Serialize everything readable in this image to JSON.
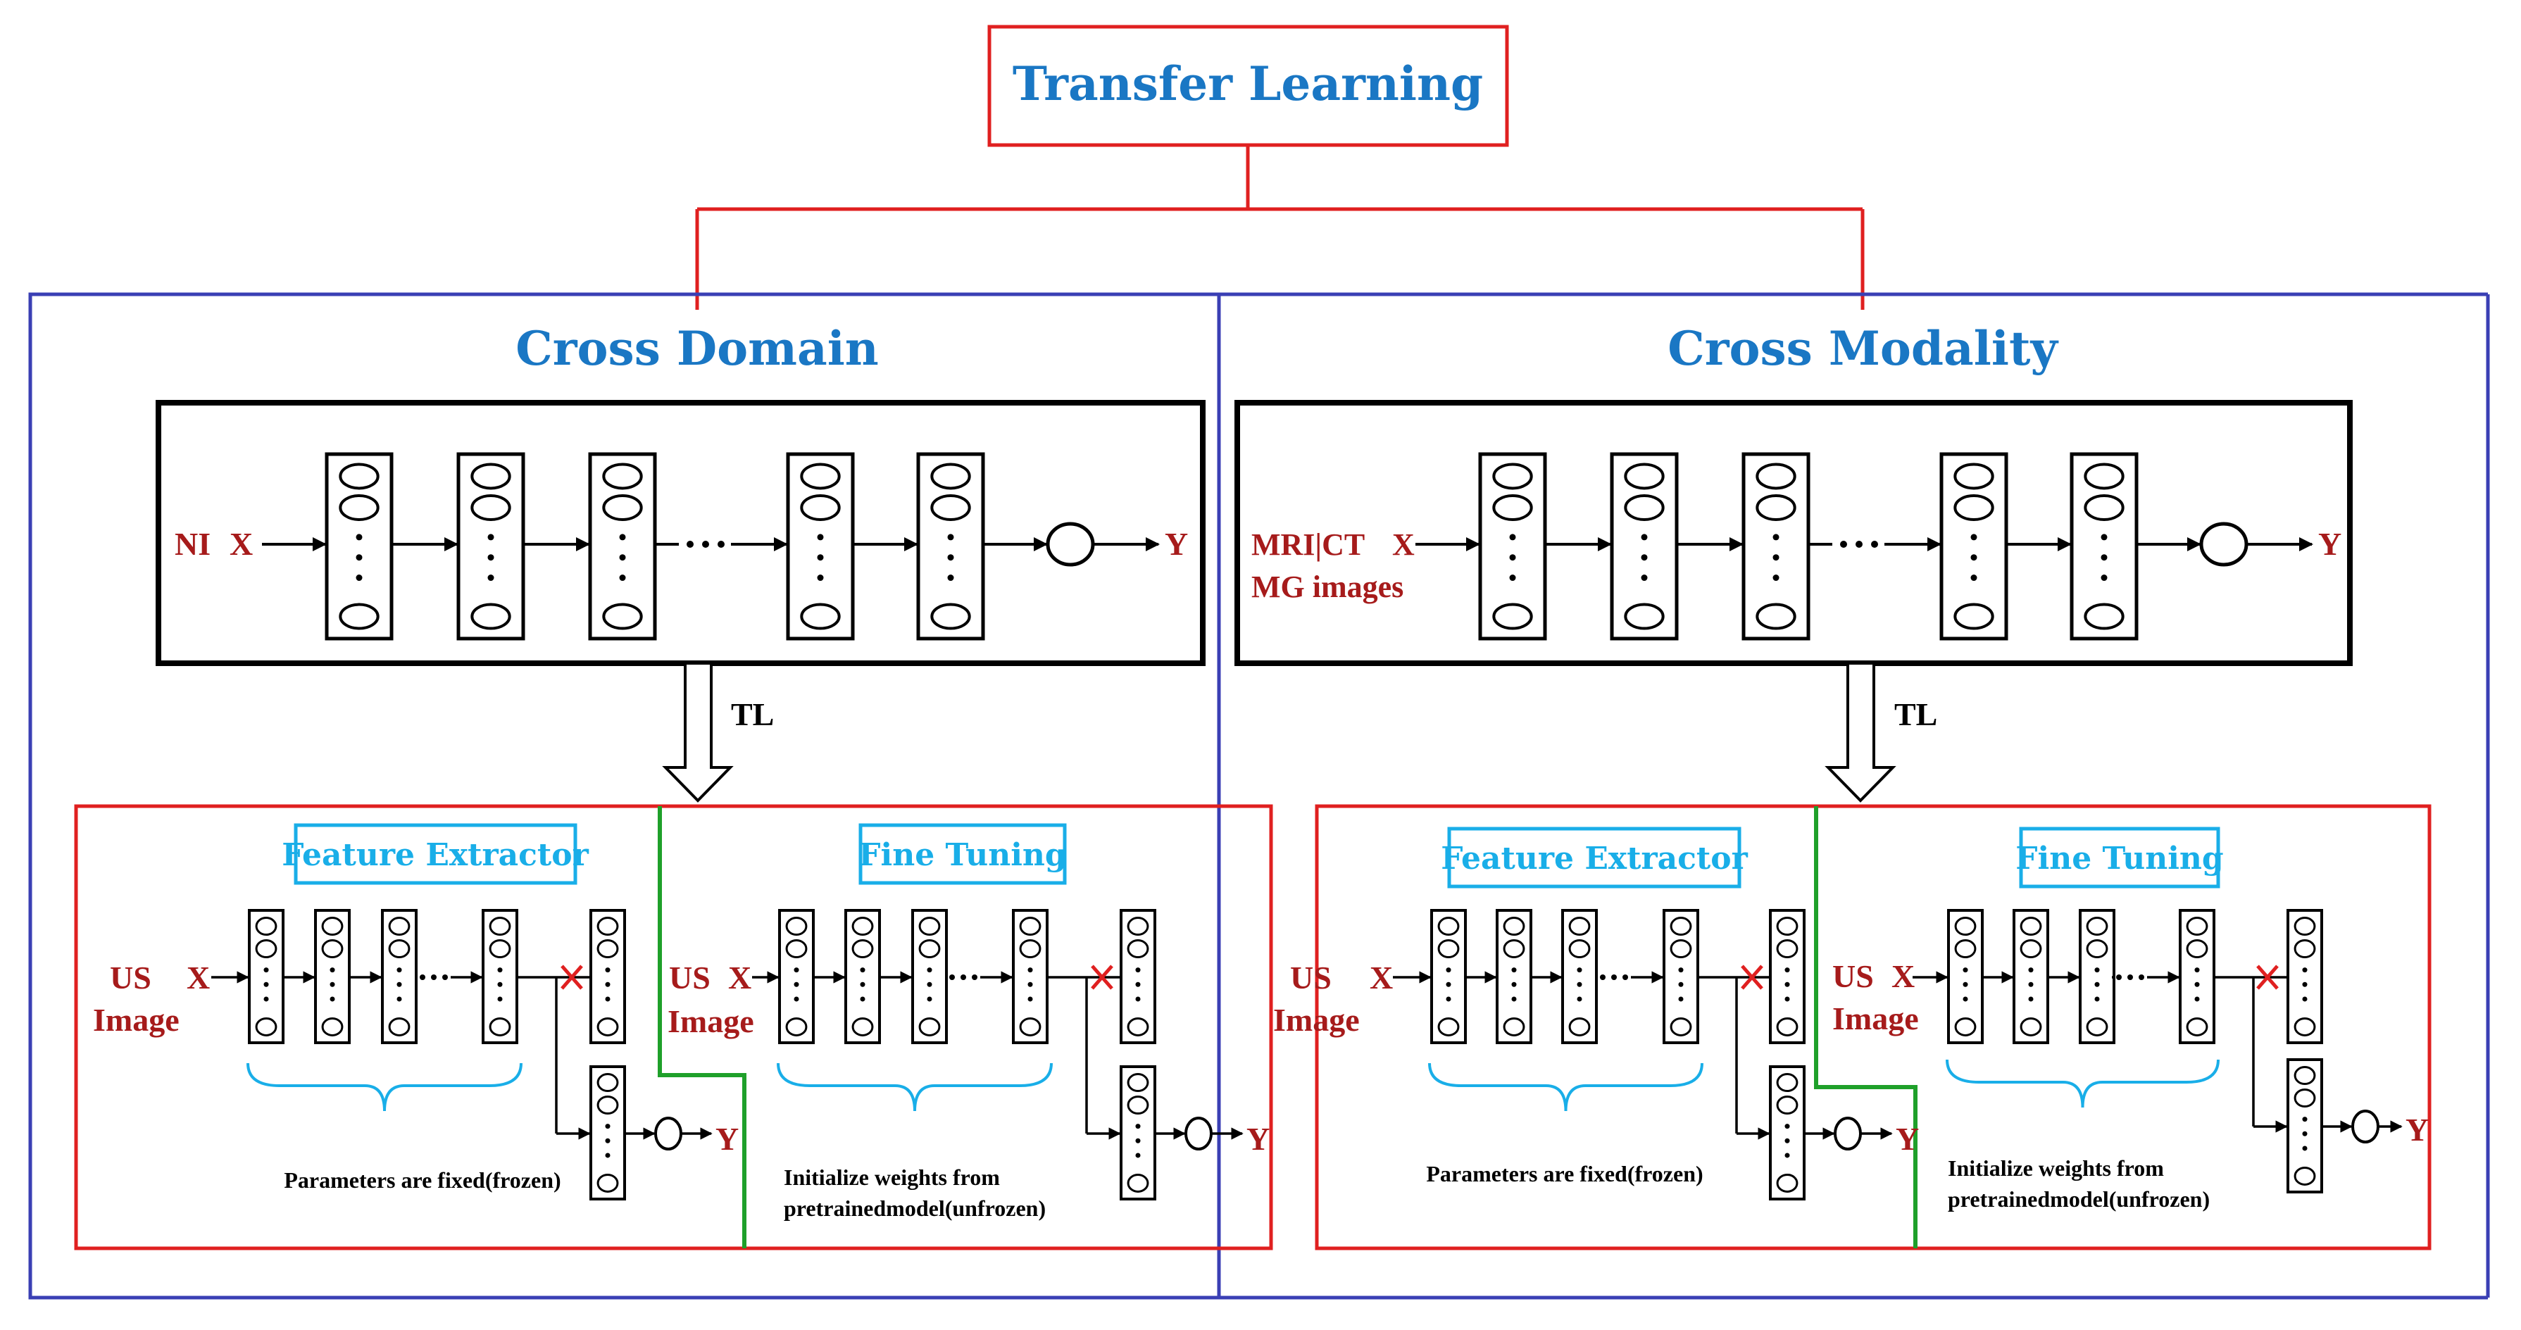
{
  "title": "Transfer Learning",
  "branches": [
    {
      "heading": "Cross Domain",
      "source": {
        "input_label": "NI",
        "x_label": "X",
        "output_label": "Y"
      },
      "arrow_label": "TL",
      "feature_extractor": {
        "title": "Feature Extractor",
        "input_line1": "US",
        "input_line2": "Image",
        "x_label": "X",
        "output_label": "Y",
        "caption_line1": "Parameters are fixed(frozen)",
        "caption_line2": ""
      },
      "fine_tuning": {
        "title": "Fine Tuning",
        "input_line1": "US",
        "input_line2": "Image",
        "x_label": "X",
        "output_label": "Y",
        "caption_line1": "Initialize weights from",
        "caption_line2": "pretrainedmodel(unfrozen)"
      }
    },
    {
      "heading": "Cross Modality",
      "source": {
        "input_label": "MRI|CT",
        "input_label2": "MG images",
        "x_label": "X",
        "output_label": "Y"
      },
      "arrow_label": "TL",
      "feature_extractor": {
        "title": "Feature Extractor",
        "input_line1": "US",
        "input_line2": "Image",
        "x_label": "X",
        "output_label": "Y",
        "caption_line1": "Parameters are fixed(frozen)",
        "caption_line2": ""
      },
      "fine_tuning": {
        "title": "Fine Tuning",
        "input_line1": "US",
        "input_line2": "Image",
        "x_label": "X",
        "output_label": "Y",
        "caption_line1": "Initialize weights from",
        "caption_line2": "pretrainedmodel(unfrozen)"
      }
    }
  ],
  "colors": {
    "title_border": "#e02020",
    "connector": "#e02020",
    "outer_border": "#3a3fb4",
    "source_border": "#000000",
    "stage_border": "#e02020",
    "divider": "#1fa02a",
    "heading": "#1a77c4",
    "subtitle": "#19aee8",
    "io_text": "#a61b1b",
    "brace": "#19aee8",
    "cross_mark": "#e02020"
  }
}
